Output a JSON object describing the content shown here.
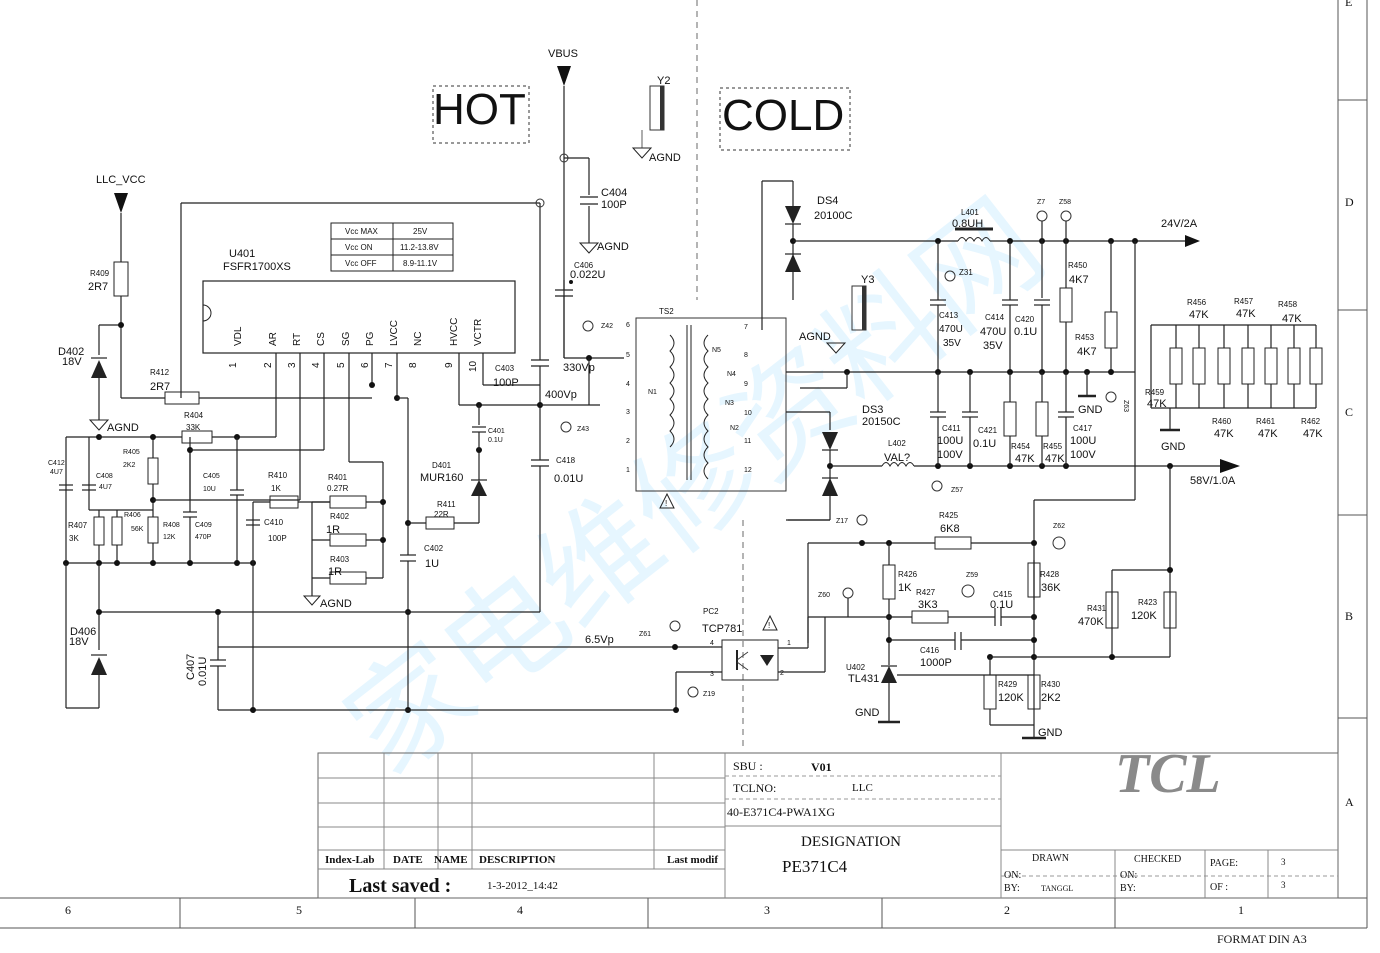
{
  "header_watermark": "家电维修资料网",
  "zones": {
    "hot": "HOT",
    "cold": "COLD"
  },
  "nets": {
    "vbus": "VBUS",
    "llc_vcc": "LLC_VCC",
    "agnd": "AGND",
    "gnd": "GND",
    "out24": "24V/2A",
    "out58": "58V/1.0A",
    "v400": "400Vp",
    "v330": "330Vp",
    "v65": "6.5Vp"
  },
  "ic": {
    "ref": "U401",
    "part": "FSFR1700XS",
    "pins": [
      {
        "num": "1",
        "name": "VDL"
      },
      {
        "num": "2",
        "name": "AR"
      },
      {
        "num": "3",
        "name": "RT"
      },
      {
        "num": "4",
        "name": "CS"
      },
      {
        "num": "5",
        "name": "SG"
      },
      {
        "num": "6",
        "name": "PG"
      },
      {
        "num": "7",
        "name": "LVCC"
      },
      {
        "num": "8",
        "name": "NC"
      },
      {
        "num": "9",
        "name": "HVCC"
      },
      {
        "num": "10",
        "name": "VCTR"
      }
    ]
  },
  "vcc_table": [
    {
      "label": "Vcc MAX",
      "value": "25V"
    },
    {
      "label": "Vcc  ON",
      "value": "11.2-13.8V"
    },
    {
      "label": "Vcc OFF",
      "value": "8.9-11.1V"
    }
  ],
  "components": [
    {
      "ref": "R409",
      "value": "2R7"
    },
    {
      "ref": "D402",
      "value": "18V"
    },
    {
      "ref": "R412",
      "value": "2R7"
    },
    {
      "ref": "R404",
      "value": "33K"
    },
    {
      "ref": "R405",
      "value": "2K2"
    },
    {
      "ref": "C412",
      "value": "4U7"
    },
    {
      "ref": "C408",
      "value": "4U7"
    },
    {
      "ref": "R407",
      "value": "3K"
    },
    {
      "ref": "R406",
      "value": "56K"
    },
    {
      "ref": "R408",
      "value": "12K"
    },
    {
      "ref": "C409",
      "value": "470P"
    },
    {
      "ref": "C405",
      "value": "10U"
    },
    {
      "ref": "R410",
      "value": "1K"
    },
    {
      "ref": "C410",
      "value": "100P"
    },
    {
      "ref": "R401",
      "value": "0.27R"
    },
    {
      "ref": "R402",
      "value": "1R"
    },
    {
      "ref": "R403",
      "value": "1R"
    },
    {
      "ref": "C402",
      "value": "1U"
    },
    {
      "ref": "R411",
      "value": "22R"
    },
    {
      "ref": "D401",
      "value": "MUR160"
    },
    {
      "ref": "C401",
      "value": "0.1U"
    },
    {
      "ref": "C403",
      "value": "100P"
    },
    {
      "ref": "C404",
      "value": "100P"
    },
    {
      "ref": "C418",
      "value": "0.01U"
    },
    {
      "ref": "C406",
      "value": "0.022U"
    },
    {
      "ref": "D406",
      "value": "18V"
    },
    {
      "ref": "C407",
      "value": "0.01U"
    },
    {
      "ref": "DS4",
      "value": "20100C"
    },
    {
      "ref": "L401",
      "value": "0.8UH"
    },
    {
      "ref": "C413",
      "value": "470U"
    },
    {
      "ref": "C414",
      "value": "470U"
    },
    {
      "ref": "C420",
      "value": "0.1U"
    },
    {
      "ref": "R450",
      "value": "4K7"
    },
    {
      "ref": "R453",
      "value": "4K7"
    },
    {
      "ref": "DS3",
      "value": "20150C"
    },
    {
      "ref": "L402",
      "value": "VAL?"
    },
    {
      "ref": "C411",
      "value": "100U"
    },
    {
      "ref": "C421",
      "value": "0.1U"
    },
    {
      "ref": "R454",
      "value": "47K"
    },
    {
      "ref": "R455",
      "value": "47K"
    },
    {
      "ref": "C417",
      "value": "100U"
    },
    {
      "ref": "R456",
      "value": "47K"
    },
    {
      "ref": "R457",
      "value": "47K"
    },
    {
      "ref": "R458",
      "value": "47K"
    },
    {
      "ref": "R459",
      "value": "47K"
    },
    {
      "ref": "R460",
      "value": "47K"
    },
    {
      "ref": "R461",
      "value": "47K"
    },
    {
      "ref": "R462",
      "value": "47K"
    },
    {
      "ref": "R425",
      "value": "6K8"
    },
    {
      "ref": "R426",
      "value": "1K"
    },
    {
      "ref": "R427",
      "value": "3K3"
    },
    {
      "ref": "C415",
      "value": "0.1U"
    },
    {
      "ref": "R428",
      "value": "36K"
    },
    {
      "ref": "C416",
      "value": "1000P"
    },
    {
      "ref": "U402",
      "value": "TL431"
    },
    {
      "ref": "R429",
      "value": "120K"
    },
    {
      "ref": "R430",
      "value": "2K2"
    },
    {
      "ref": "R431",
      "value": "470K"
    },
    {
      "ref": "R423",
      "value": "120K"
    },
    {
      "ref": "PC2",
      "value": "TCP781"
    }
  ],
  "extra_labels": {
    "ts2": "TS2",
    "y2": "Y2",
    "y3": "Y3",
    "n1": "N1",
    "n2": "N2",
    "n3": "N3",
    "n4": "N4",
    "n5": "N5",
    "v35": "35V",
    "v100": "100V"
  },
  "title_block": {
    "sbu_label": "SBU :",
    "sbu_value": "V01",
    "tclno_label": "TCLNO:",
    "tclno_value": "LLC",
    "part_no": "40-E371C4-PWA1XG",
    "designation_label": "DESIGNATION",
    "designation_value": "PE371C4",
    "index_lab": "Index-Lab",
    "date": "DATE",
    "name": "NAME",
    "description": "DESCRIPTION",
    "last_modif": "Last modif",
    "last_saved_label": "Last saved :",
    "last_saved_value": "1-3-2012_14:42",
    "drawn": "DRAWN",
    "checked": "CHECKED",
    "on": "ON:",
    "by": "BY:",
    "drawn_by": "TANGGL",
    "page_label": "PAGE:",
    "page_value": "3",
    "of_label": "OF  :",
    "of_value": "3",
    "logo": "TCL",
    "format": "FORMAT DIN A3"
  },
  "grid": {
    "columns": [
      "6",
      "5",
      "4",
      "3",
      "2",
      "1"
    ],
    "rows": [
      "E",
      "D",
      "C",
      "B",
      "A"
    ]
  }
}
